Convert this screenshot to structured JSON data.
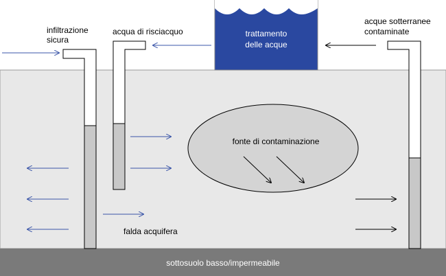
{
  "labels": {
    "safe_infiltration_line1": "infiltrazione",
    "safe_infiltration_line2": "sicura",
    "rinse_water": "acqua di risciacquo",
    "treatment_line1": "trattamento",
    "treatment_line2": "delle acque",
    "contaminated_line1": "acque sotterranee",
    "contaminated_line2": "contaminate",
    "contamination_source": "fonte di contaminazione",
    "aquifer": "falda acquifera",
    "bedrock": "sottosuolo basso/impermeabile"
  },
  "colors": {
    "ground": "#e8e8e8",
    "bedrock": "#7a7a7a",
    "well_filled": "#c8c8c8",
    "treatment_box": "#2a48a0",
    "flow_arrow_blue": "#3a55a8",
    "flow_arrow_black": "#000000",
    "plume": "#d4d4d4"
  }
}
